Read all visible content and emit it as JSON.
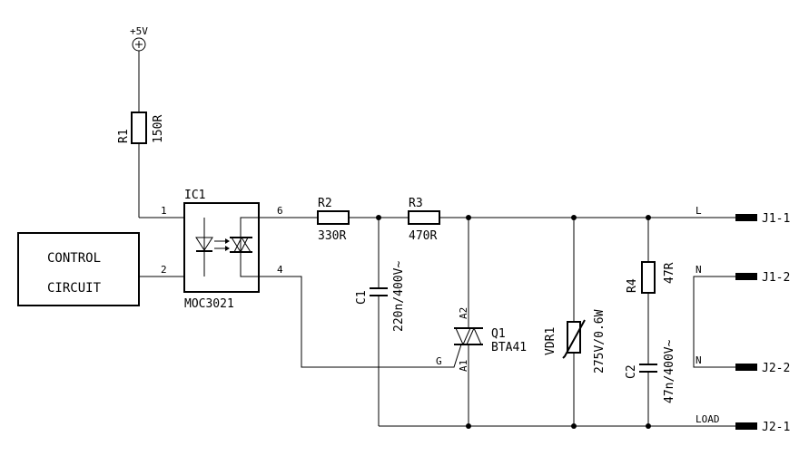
{
  "supply": {
    "label": "+5V"
  },
  "control_box": {
    "line1": "CONTROL",
    "line2": "CIRCUIT"
  },
  "ic1": {
    "ref": "IC1",
    "part": "MOC3021",
    "pins": {
      "p1": "1",
      "p2": "2",
      "p4": "4",
      "p6": "6"
    }
  },
  "r1": {
    "ref": "R1",
    "value": "150R"
  },
  "r2": {
    "ref": "R2",
    "value": "330R"
  },
  "r3": {
    "ref": "R3",
    "value": "470R"
  },
  "r4": {
    "ref": "R4",
    "value": "47R"
  },
  "c1": {
    "ref": "C1",
    "value": "220n/400V~"
  },
  "c2": {
    "ref": "C2",
    "value": "47n/400V~"
  },
  "q1": {
    "ref": "Q1",
    "part": "BTA41",
    "a2": "A2",
    "a1": "A1",
    "gate": "G"
  },
  "vdr1": {
    "ref": "VDR1",
    "value": "275V/0.6W"
  },
  "net_labels": {
    "l": "L",
    "n1": "N",
    "n2": "N",
    "load": "LOAD"
  },
  "connectors": {
    "j1_1": "J1-1",
    "j1_2": "J1-2",
    "j2_2": "J2-2",
    "j2_1": "J2-1"
  }
}
